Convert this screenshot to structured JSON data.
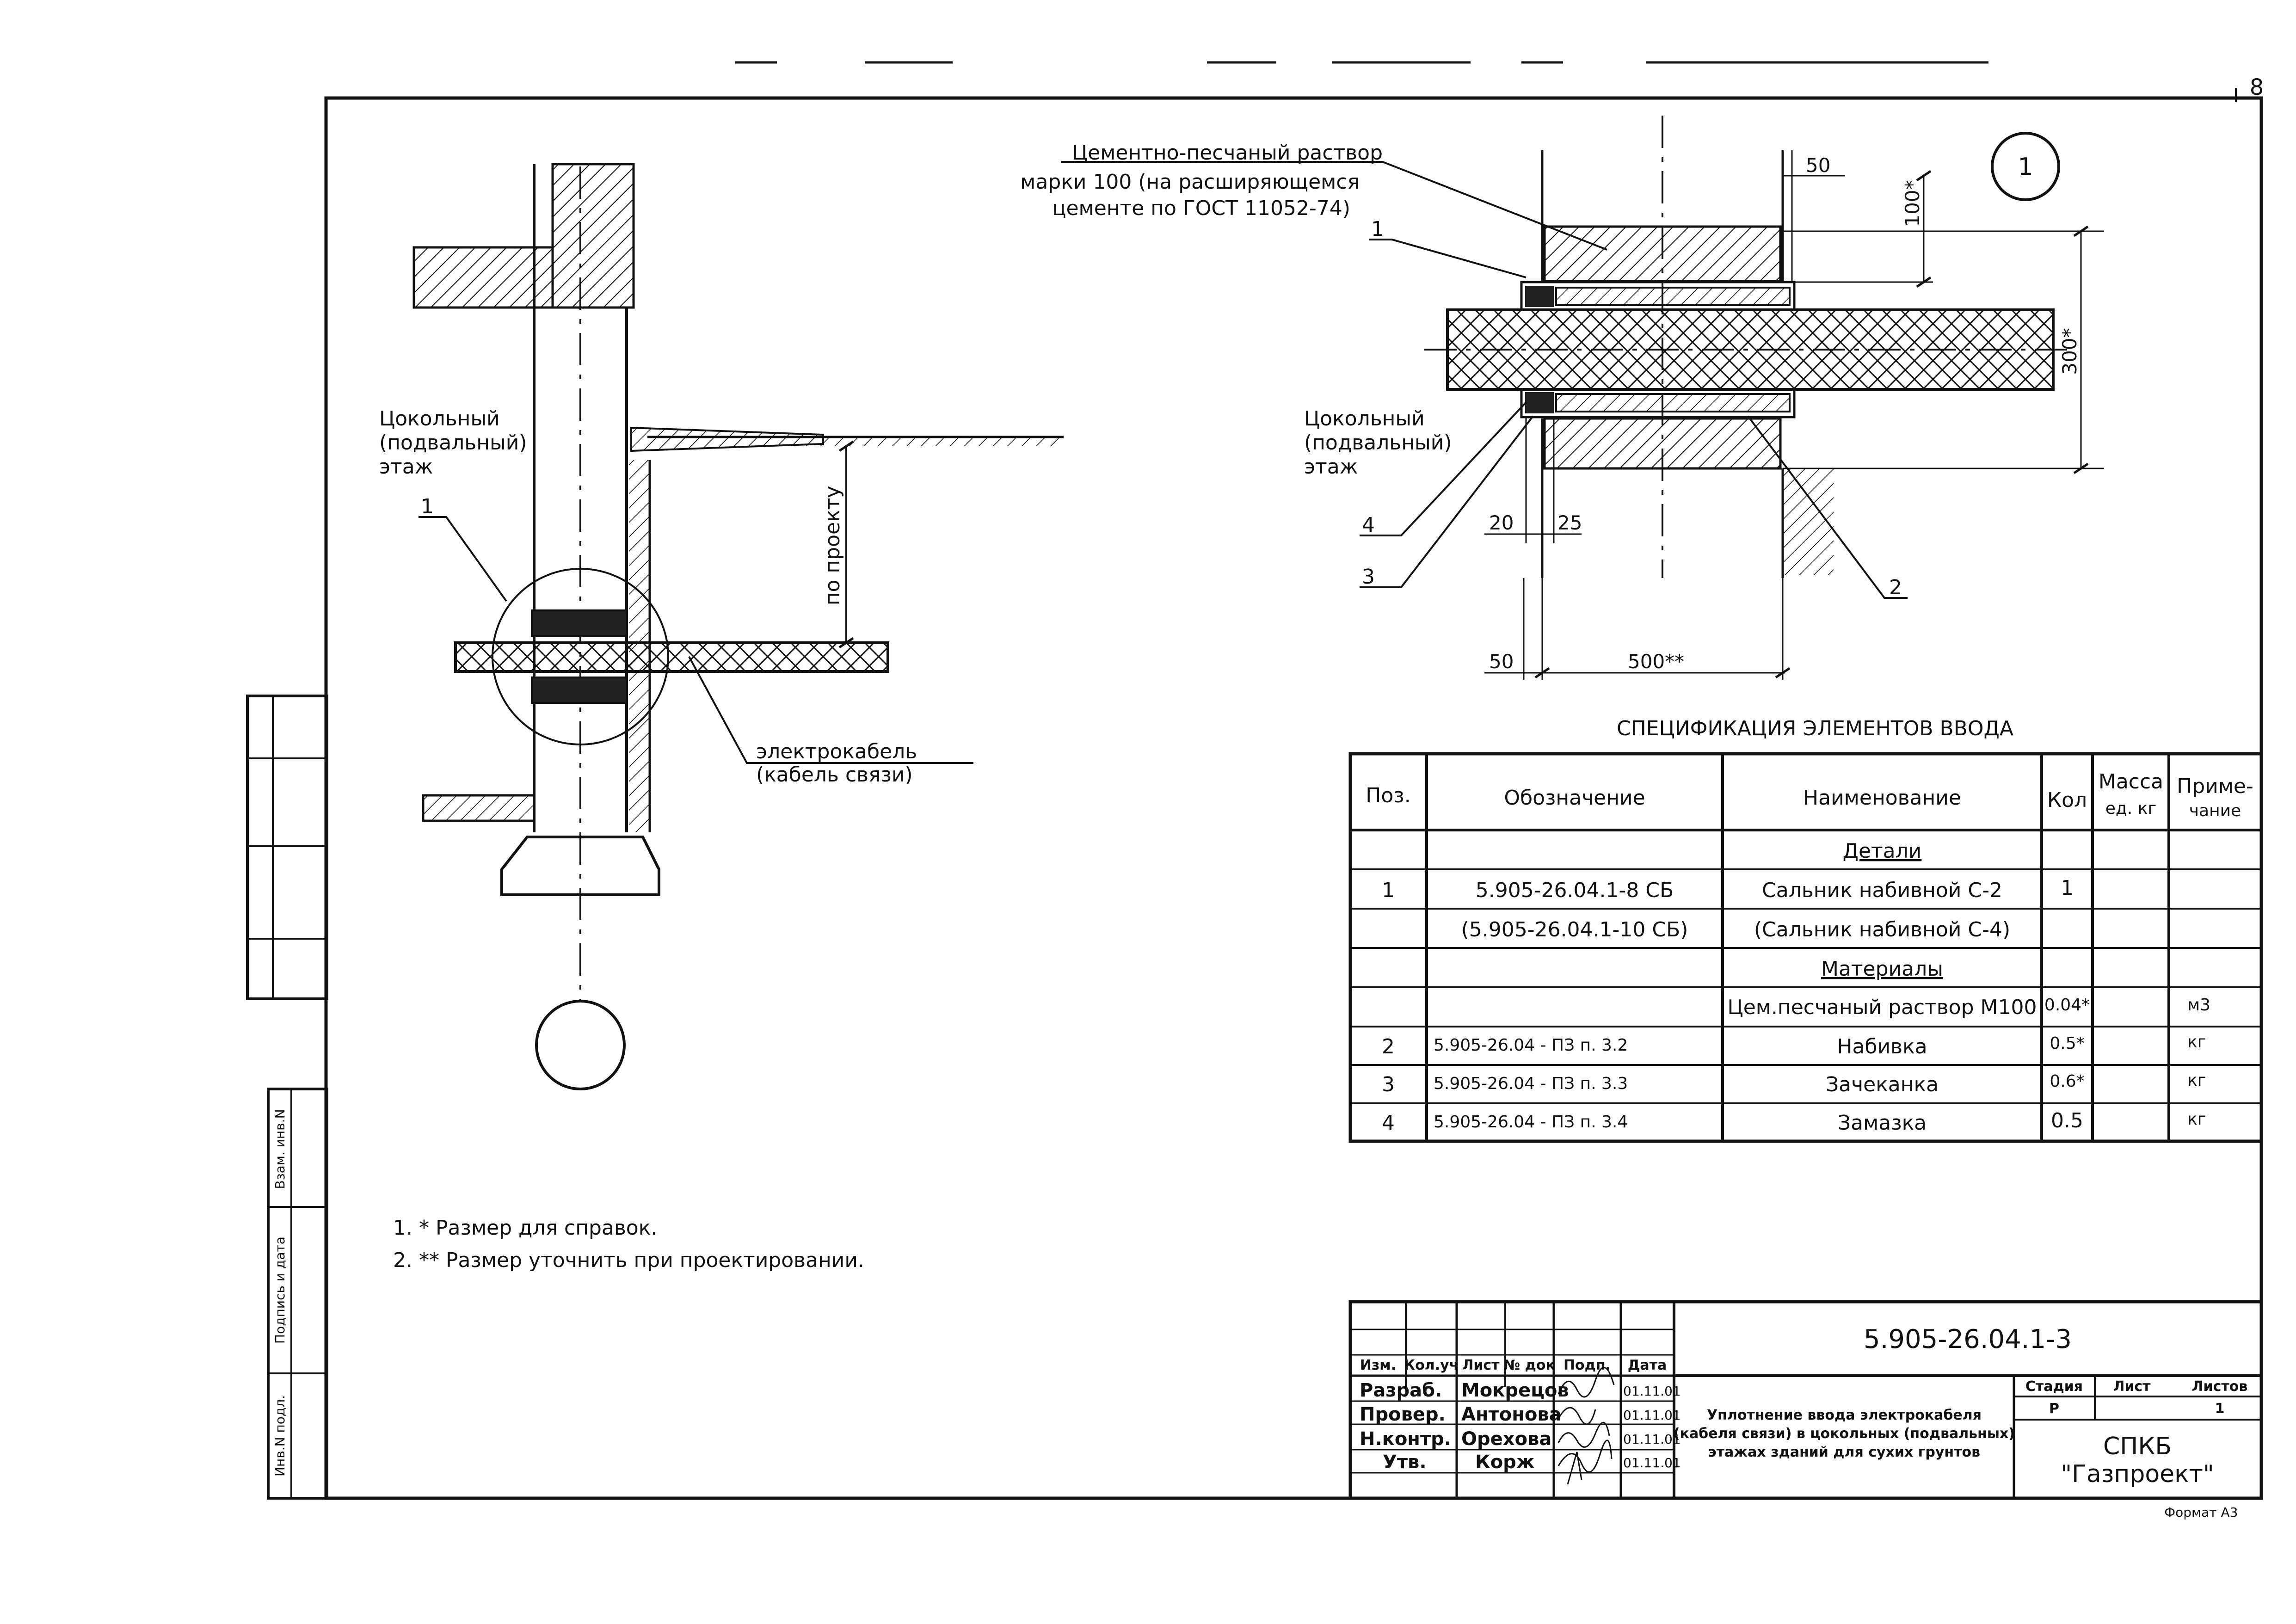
{
  "sheet_number": "8",
  "left_drawing": {
    "label_floor": [
      "Цокольный",
      "(подвальный)",
      "этаж"
    ],
    "callout_1": "1",
    "dim_depth": "по проекту",
    "cable_label": [
      "электрокабель",
      "(кабель связи)"
    ]
  },
  "detail": {
    "circle_number": "1",
    "mortar_note": [
      "Цементно-песчаный раствор",
      "марки 100 (на расширяющемся",
      "цементе по ГОСТ 11052-74)"
    ],
    "label_floor": [
      "Цокольный",
      "(подвальный)",
      "этаж"
    ],
    "callouts": [
      "1",
      "4",
      "3",
      "2"
    ],
    "dims": {
      "d50_top": "50",
      "d100": "100*",
      "d300": "300*",
      "d20": "20",
      "d25": "25",
      "d50_bottom": "50",
      "d500": "500**"
    }
  },
  "spec": {
    "title": "СПЕЦИФИКАЦИЯ ЭЛЕМЕНТОВ ВВОДА",
    "headers": {
      "pos": "Поз.",
      "designation": "Обозначение",
      "name": "Наименование",
      "qty": "Кол",
      "mass": [
        "Масса",
        "ед. кг"
      ],
      "note": [
        "Приме-",
        "чание"
      ]
    },
    "rows": [
      {
        "pos": "",
        "designation": "",
        "name": "Детали",
        "qty": "",
        "mass": "",
        "note": "",
        "section": true
      },
      {
        "pos": "1",
        "designation": "5.905-26.04.1-8 СБ",
        "name": "Сальник набивной С-2",
        "qty": "1",
        "mass": "",
        "note": ""
      },
      {
        "pos": "",
        "designation": "(5.905-26.04.1-10 СБ)",
        "name": "(Сальник набивной С-4)",
        "qty": "",
        "mass": "",
        "note": ""
      },
      {
        "pos": "",
        "designation": "",
        "name": "Материалы",
        "qty": "",
        "mass": "",
        "note": "",
        "section": true
      },
      {
        "pos": "",
        "designation": "",
        "name": "Цем.песчаный раствор М100",
        "qty": "0.04*",
        "mass": "",
        "note": "м3"
      },
      {
        "pos": "2",
        "designation": "5.905-26.04 - ПЗ п. 3.2",
        "name": "Набивка",
        "qty": "0.5*",
        "mass": "",
        "note": "кг"
      },
      {
        "pos": "3",
        "designation": "5.905-26.04 - ПЗ п. 3.3",
        "name": "Зачеканка",
        "qty": "0.6*",
        "mass": "",
        "note": "кг"
      },
      {
        "pos": "4",
        "designation": "5.905-26.04 - ПЗ п. 3.4",
        "name": "Замазка",
        "qty": "0.5",
        "mass": "",
        "note": "кг"
      }
    ]
  },
  "notes": [
    "1. * Размер для справок.",
    "2. ** Размер уточнить при проектировании."
  ],
  "side_stamp": {
    "cells": [
      "Взам. инв.N",
      "Подпись и дата",
      "Инв.N подл."
    ]
  },
  "title_block": {
    "code": "5.905-26.04.1-3",
    "head_cells": [
      "Изм.",
      "Кол.уч",
      "Лист",
      "№ док",
      "Подп.",
      "Дата"
    ],
    "roles": [
      {
        "role": "Разраб.",
        "name": "Мокрецов",
        "date": "01.11.01"
      },
      {
        "role": "Провер.",
        "name": "Антонова",
        "date": "01.11.01"
      },
      {
        "role": "Н.контр.",
        "name": "Орехова",
        "date": "01.11.01"
      },
      {
        "role": "Утв.",
        "name": "Корж",
        "date": "01.11.01"
      }
    ],
    "title": [
      "Уплотнение ввода электрокабеля",
      "(кабеля связи) в цокольных (подвальных)",
      "этажах зданий для сухих грунтов"
    ],
    "stage_label": "Стадия",
    "sheet_label": "Лист",
    "sheets_label": "Листов",
    "stage": "Р",
    "sheets": "1",
    "org": [
      "СПКБ",
      "\"Газпроект\""
    ],
    "format": "Формат А3"
  }
}
